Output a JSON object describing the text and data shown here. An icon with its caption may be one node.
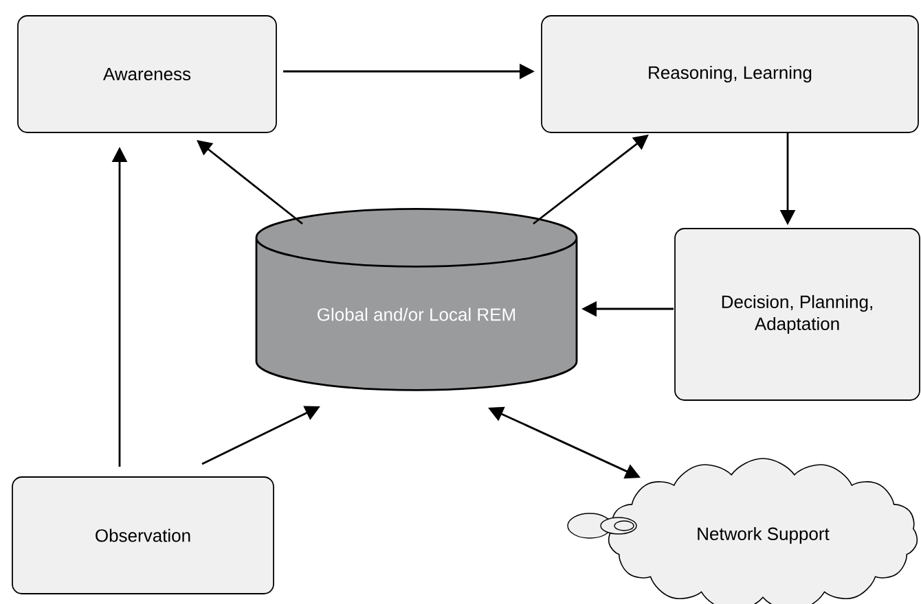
{
  "diagram": {
    "nodes": [
      {
        "text": [
          "Awareness"
        ]
      },
      {
        "text": [
          "Reasoning, Learning"
        ]
      },
      {
        "text": [
          "Decision, Planning, Adaptation"
        ]
      },
      {
        "text": [
          "Global and/or Local REM"
        ]
      },
      {
        "text": [
          "Observation"
        ]
      },
      {
        "text": [
          "Network Support"
        ]
      }
    ],
    "edges": [
      {
        "from": 0,
        "to": 1,
        "arrow": "to"
      },
      {
        "from": 3,
        "to": 0,
        "arrow": "to"
      },
      {
        "from": 3,
        "to": 1,
        "arrow": "to"
      },
      {
        "from": 1,
        "to": 2,
        "arrow": "to"
      },
      {
        "from": 2,
        "to": 3,
        "arrow": "to"
      },
      {
        "from": 4,
        "to": 0,
        "arrow": "to"
      },
      {
        "from": 4,
        "to": 3,
        "arrow": "to"
      },
      {
        "from": 3,
        "to": 5,
        "arrow": "both"
      }
    ]
  }
}
